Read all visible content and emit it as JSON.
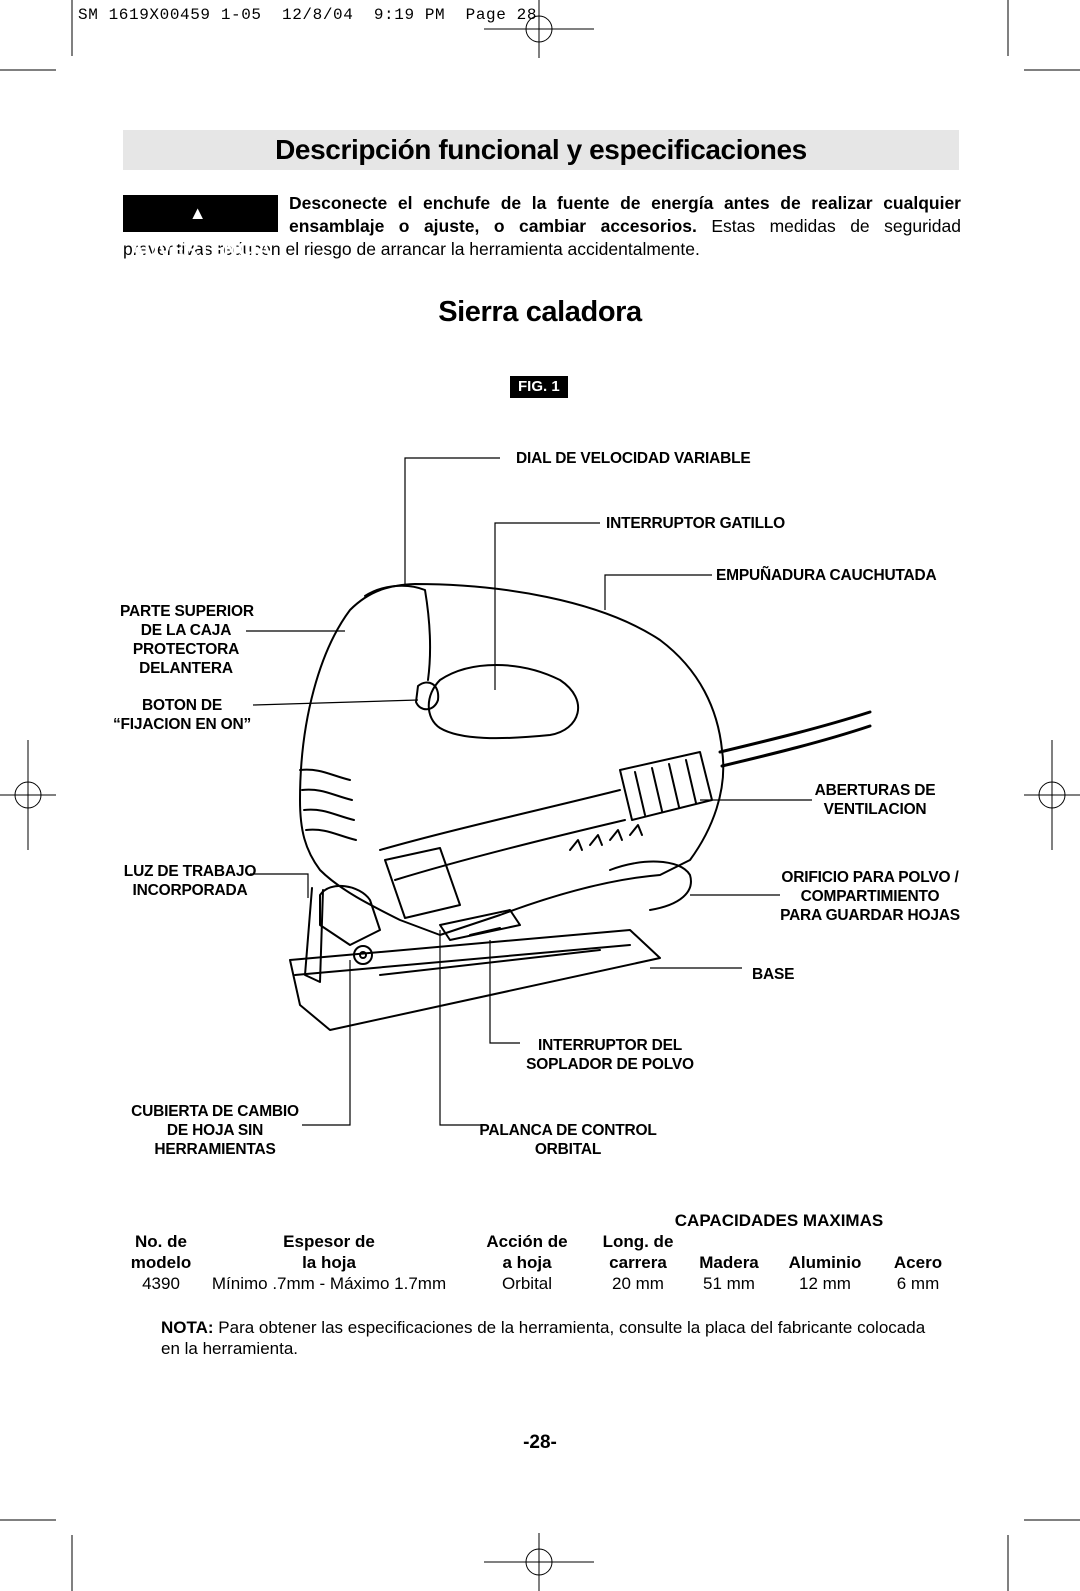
{
  "header": {
    "slug": "SM 1619X00459 1-05  12/8/04  9:19 PM  Page 28"
  },
  "title": "Descripción funcional y especificaciones",
  "warning": {
    "badge": "ADVERTENCIA",
    "bold_text": "Desconecte el enchufe de la fuente de energía antes de realizar cualquier ensamblaje o ajuste, o cambiar accesorios.",
    "text": " Estas medidas de seguridad preventivas reducen el riesgo de arrancar la herramienta accidentalmente."
  },
  "product_title": "Sierra caladora",
  "figure_label": "FIG. 1",
  "callouts": {
    "dial": "DIAL DE VELOCIDAD VARIABLE",
    "trigger": "INTERRUPTOR GATILLO",
    "grip": "EMPUÑADURA CAUCHUTADA",
    "top_housing": [
      "PARTE SUPERIOR",
      "DE LA CAJA",
      "PROTECTORA",
      "DELANTERA"
    ],
    "lock_on": [
      "BOTON DE",
      "“FIJACION EN ON”"
    ],
    "vents": [
      "ABERTURAS DE",
      "VENTILACION"
    ],
    "work_light": [
      "LUZ DE TRABAJO",
      "INCORPORADA"
    ],
    "dust_port": [
      "ORIFICIO PARA POLVO /",
      "COMPARTIMIENTO",
      "PARA GUARDAR HOJAS"
    ],
    "base": "BASE",
    "blower_switch": [
      "INTERRUPTOR DEL",
      "SOPLADOR DE POLVO"
    ],
    "blade_cover": [
      "CUBIERTA DE CAMBIO",
      "DE HOJA SIN",
      "HERRAMIENTAS"
    ],
    "orbital_lever": [
      "PALANCA DE CONTROL",
      "ORBITAL"
    ]
  },
  "specs": {
    "group_header": "CAPACIDADES MAXIMAS",
    "headers_row1": [
      "No. de",
      "Espesor de",
      "Acción de",
      "Long. de",
      "",
      "",
      ""
    ],
    "headers_row2": [
      "modelo",
      "la hoja",
      "a hoja",
      "carrera",
      "Madera",
      "Aluminio",
      "Acero"
    ],
    "rows": [
      [
        "4390",
        "Mínimo .7mm - Máximo 1.7mm",
        "Orbital",
        "20 mm",
        "51 mm",
        "12 mm",
        "6 mm"
      ]
    ]
  },
  "note": {
    "label": "NOTA:",
    "text": " Para obtener las especificaciones de la herramienta, consulte la placa del fabricante colocada en la herramienta."
  },
  "page_number": "-28-"
}
